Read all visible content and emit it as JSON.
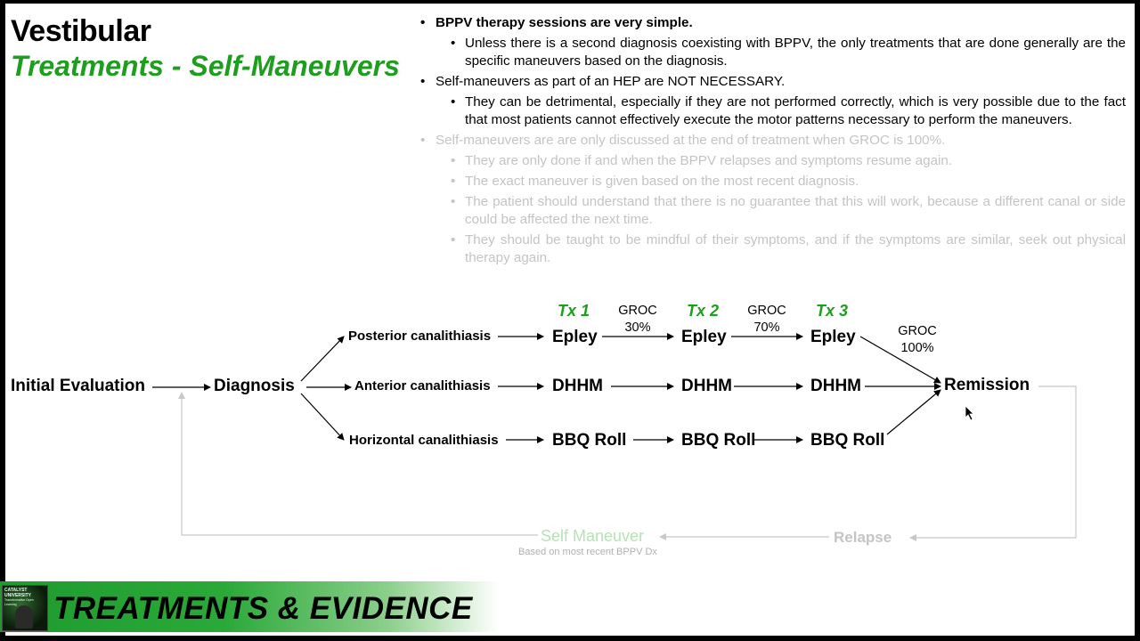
{
  "header": {
    "title": "Vestibular",
    "subtitle": "Treatments - Self-Maneuvers"
  },
  "bullets": [
    {
      "level": 1,
      "text": "BPPV therapy sessions are very simple.",
      "bold": true,
      "faded": false
    },
    {
      "level": 2,
      "text": "Unless there is a second diagnosis coexisting with BPPV, the only treatments that are done generally are the specific maneuvers based on the diagnosis.",
      "bold": false,
      "faded": false
    },
    {
      "level": 1,
      "text": "Self-maneuvers as part of an HEP are NOT NECESSARY.",
      "bold": false,
      "faded": false
    },
    {
      "level": 2,
      "text": "They can be detrimental, especially if they are not performed correctly, which is very possible due to the fact that most patients cannot effectively execute the motor patterns necessary to perform the maneuvers.",
      "bold": false,
      "faded": false
    },
    {
      "level": 1,
      "text": "Self-maneuvers are are only discussed at the end of treatment when GROC is 100%.",
      "bold": false,
      "faded": true
    },
    {
      "level": 2,
      "text": "They are only done if and when the BPPV relapses and symptoms resume again.",
      "bold": false,
      "faded": true
    },
    {
      "level": 2,
      "text": "The exact maneuver is given based on the most recent diagnosis.",
      "bold": false,
      "faded": true
    },
    {
      "level": 2,
      "text": "The patient should understand that there is no guarantee that this will work, because a different canal or side could be affected the next time.",
      "bold": false,
      "faded": true
    },
    {
      "level": 2,
      "text": "They should be taught to be mindful of their symptoms, and if the symptoms are similar, seek out physical therapy again.",
      "bold": false,
      "faded": true
    }
  ],
  "flow": {
    "initial": "Initial Evaluation",
    "diagnosis": "Diagnosis",
    "canals": {
      "posterior": "Posterior canalithiasis",
      "anterior": "Anterior canalithiasis",
      "horizontal": "Horizontal canalithiasis"
    },
    "tx_labels": [
      "Tx 1",
      "Tx 2",
      "Tx 3"
    ],
    "rows": {
      "posterior": [
        "Epley",
        "Epley",
        "Epley"
      ],
      "anterior": [
        "DHHM",
        "DHHM",
        "DHHM"
      ],
      "horizontal": [
        "BBQ Roll",
        "BBQ Roll",
        "BBQ Roll"
      ]
    },
    "groc": [
      {
        "label": "GROC",
        "value": "30%"
      },
      {
        "label": "GROC",
        "value": "70%"
      },
      {
        "label": "GROC",
        "value": "100%"
      }
    ],
    "remission": "Remission",
    "relapse": "Relapse",
    "self_maneuver": "Self Maneuver",
    "self_maneuver_caption": "Based on most recent BPPV Dx"
  },
  "banner": {
    "text": "TREATMENTS & EVIDENCE",
    "logo_text": "CATALYST UNIVERSITY",
    "logo_tagline": "Transformative Open Learning"
  },
  "colors": {
    "accent_green": "#1e9e1e",
    "faded_text": "#c4c4c4",
    "self_maneuver": "#b6e2b6"
  }
}
